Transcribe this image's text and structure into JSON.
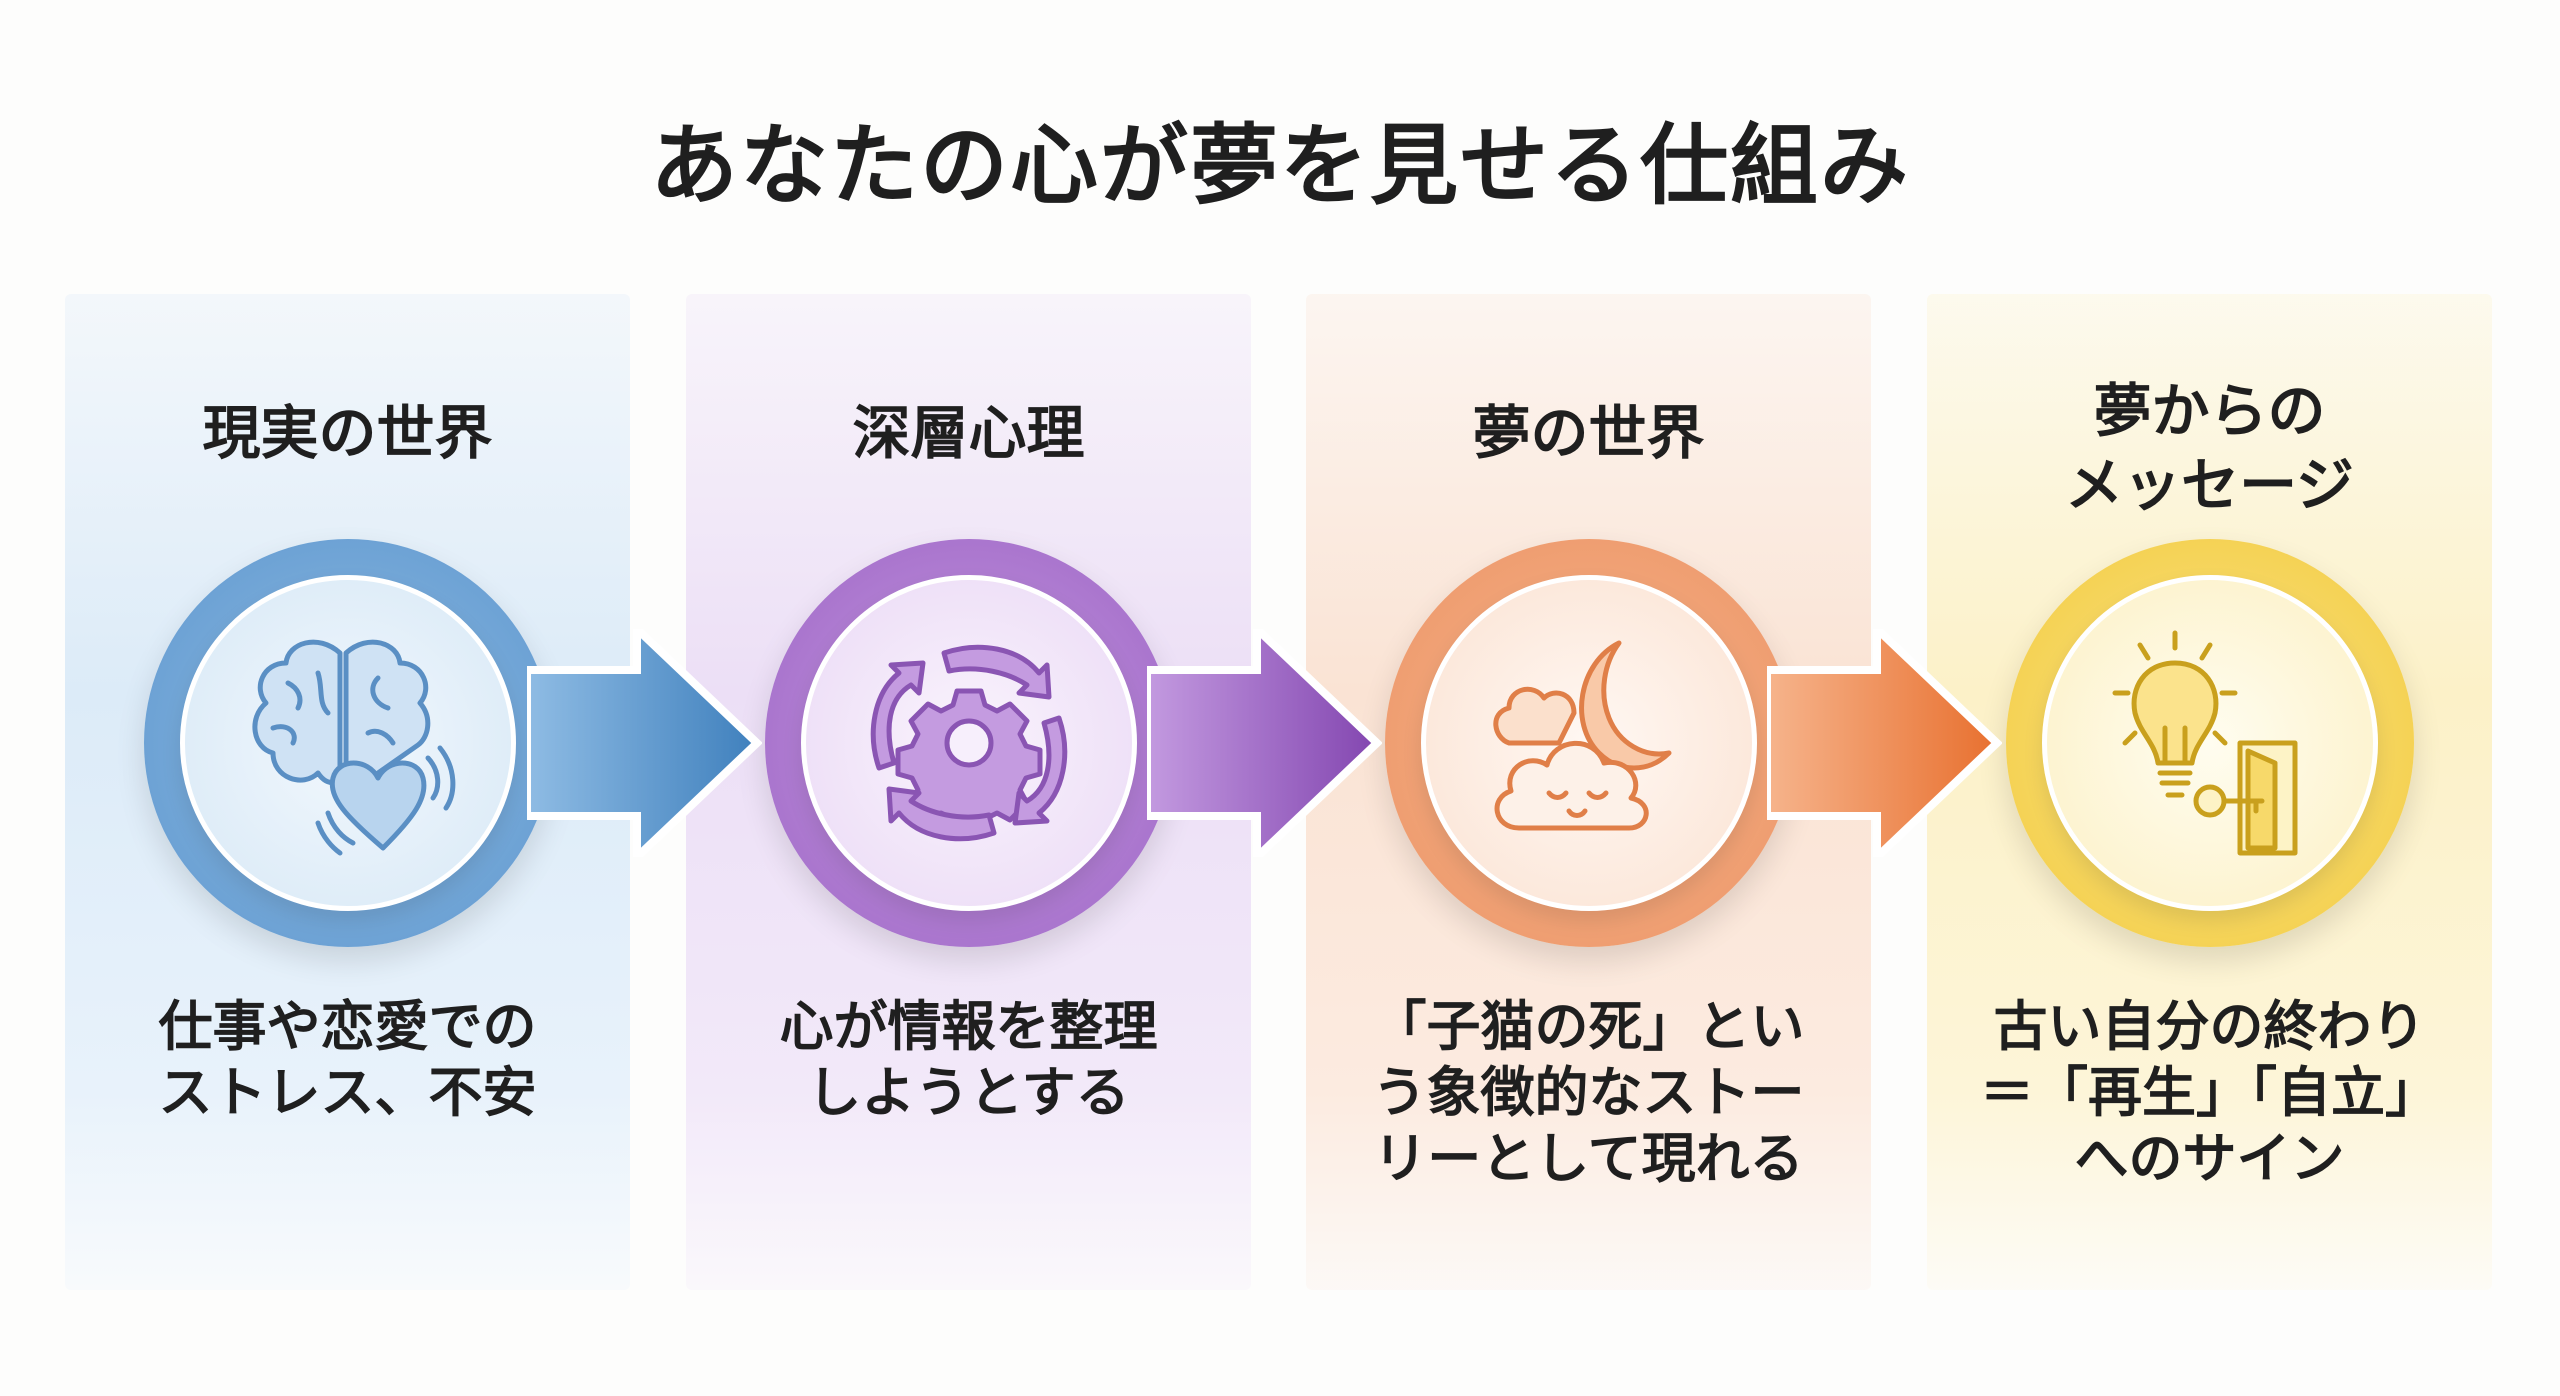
{
  "title": "あなたの心が夢を見せる仕組み",
  "steps": [
    {
      "heading": [
        "現実の世界"
      ],
      "body": [
        "仕事や恋愛での",
        "ストレス、不安"
      ],
      "icon": "brain-heart-icon",
      "color": "#5f98cf"
    },
    {
      "heading": [
        "深層心理"
      ],
      "body": [
        "心が情報を整理",
        "しようとする"
      ],
      "icon": "gear-cycle-icon",
      "color": "#9e66c6"
    },
    {
      "heading": [
        "夢の世界"
      ],
      "body": [
        "「子猫の死」とい",
        "う象徴的なストー",
        "リーとして現れる"
      ],
      "icon": "moon-cloud-icon",
      "color": "#ec8a55"
    },
    {
      "heading": [
        "夢からの",
        "メッセージ"
      ],
      "body": [
        "古い自分の終わり",
        "＝「再生」「自立」",
        "へのサイン"
      ],
      "icon": "lightbulb-key-door-icon",
      "color": "#e8be2c"
    }
  ]
}
